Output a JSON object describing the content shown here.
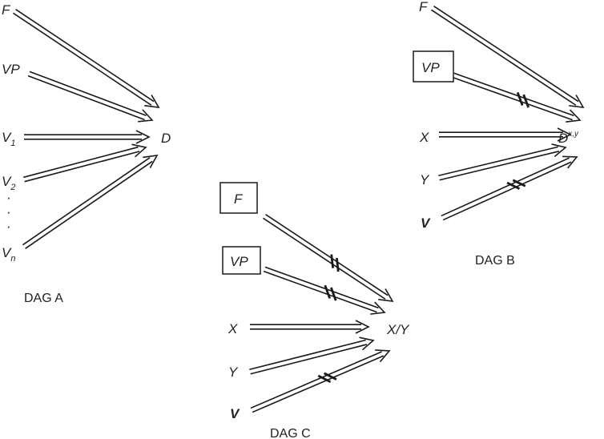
{
  "dag_a": {
    "caption": "DAG A",
    "nodes": {
      "f": "F",
      "vp": "VP",
      "v1": {
        "base": "V",
        "sub": "1"
      },
      "v2": {
        "base": "V",
        "sub": "2"
      },
      "dots": "·\n·\n·",
      "vn": {
        "base": "V",
        "sub": "n"
      },
      "d": "D"
    }
  },
  "dag_b": {
    "caption": "DAG B",
    "nodes": {
      "f": "F",
      "vp": "VP",
      "x": "X",
      "y": "Y",
      "v": "V",
      "d": {
        "base": "D",
        "sup": "x,y"
      }
    }
  },
  "dag_c": {
    "caption": "DAG C",
    "nodes": {
      "f": "F",
      "vp": "VP",
      "x": "X",
      "y": "Y",
      "v": "V",
      "xy": "X/Y"
    }
  }
}
